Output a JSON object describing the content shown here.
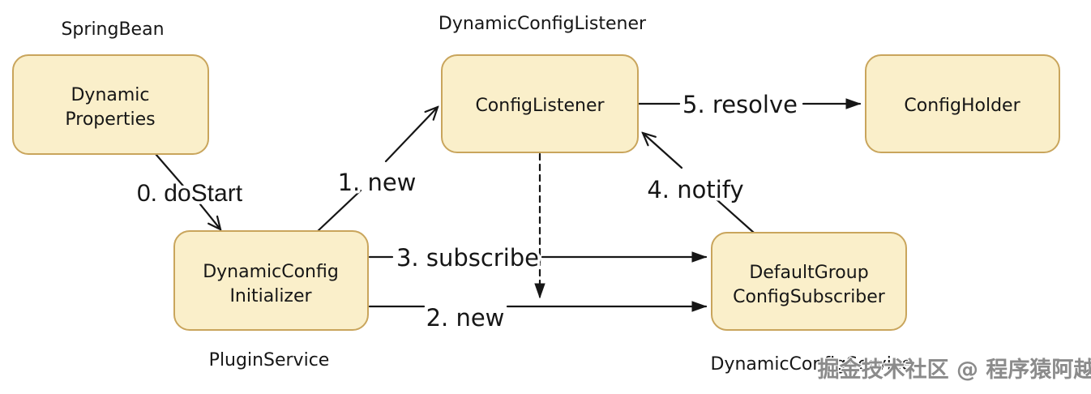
{
  "colors": {
    "background": "#ffffff",
    "node_fill": "#FAEFCA",
    "node_border": "#C9A55C",
    "line": "#161616",
    "text": "#161616",
    "watermark": "#8B8B8B"
  },
  "nodes": {
    "dynamic_properties": {
      "line1": "Dynamic",
      "line2": "Properties"
    },
    "config_listener": {
      "line1": "ConfigListener"
    },
    "config_holder": {
      "line1": "ConfigHolder"
    },
    "dynamic_config_initializer": {
      "line1": "DynamicConfig",
      "line2": "Initializer"
    },
    "default_group_config_subscriber": {
      "line1": "DefaultGroup",
      "line2": "ConfigSubscriber"
    }
  },
  "annotations": {
    "spring_bean": "SpringBean",
    "dynamic_config_listener": "DynamicConfigListener",
    "plugin_service": "PluginService",
    "dynamic_config_service": "DynamicConfigService"
  },
  "edges": {
    "do_start": "0. doStart",
    "new_listener": "1. new",
    "new_subscriber": "2. new",
    "subscribe": "3. subscribe",
    "notify": "4. notify",
    "resolve": "5. resolve"
  },
  "watermark": "掘金技术社区 @ 程序猿阿越"
}
